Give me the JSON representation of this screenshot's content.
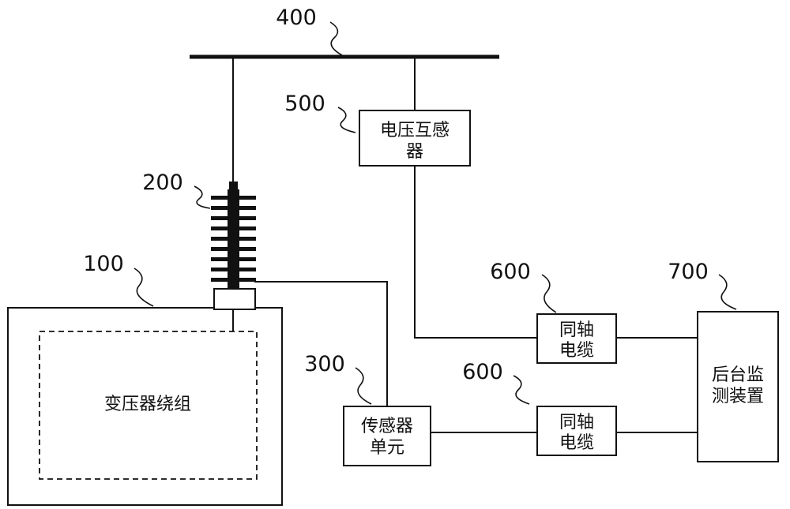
{
  "figure": {
    "colors": {
      "ink": "#111111",
      "background": "#ffffff"
    },
    "ref_labels": {
      "busbar": "400",
      "voltage_transformer": "500",
      "bushing": "200",
      "transformer": "100",
      "sensor_unit": "300",
      "coax_cable_top": "600",
      "coax_cable_bottom": "600",
      "monitor": "700"
    },
    "components": {
      "voltage_transformer": {
        "line1": "电压互感",
        "line2": "器"
      },
      "transformer_winding": {
        "label": "变压器绕组"
      },
      "sensor_unit": {
        "line1": "传感器",
        "line2": "单元"
      },
      "coax_cable_top": {
        "line1": "同轴",
        "line2": "电缆"
      },
      "coax_cable_bottom": {
        "line1": "同轴",
        "line2": "电缆"
      },
      "monitor": {
        "line1": "后台监",
        "line2": "测装置"
      }
    }
  }
}
